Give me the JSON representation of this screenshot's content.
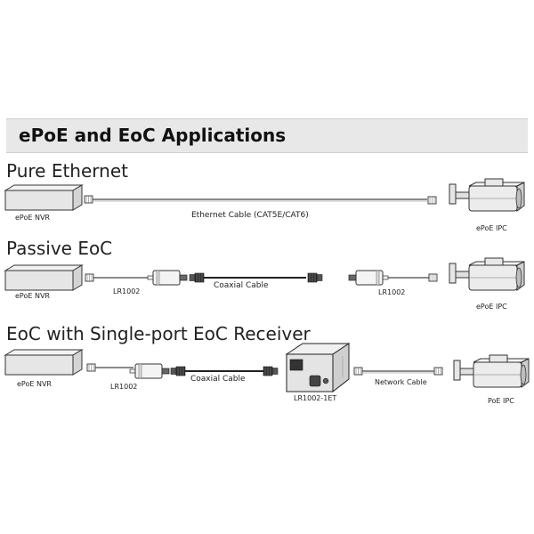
{
  "header": {
    "title": "ePoE and EoC Applications"
  },
  "rows": [
    {
      "title": "Pure Ethernet",
      "labels": {
        "nvr": "ePoE NVR",
        "cable": "Ethernet Cable (CAT5E/CAT6)",
        "camera": "ePoE IPC"
      }
    },
    {
      "title": "Passive EoC",
      "labels": {
        "nvr": "ePoE NVR",
        "adapter_left": "LR1002",
        "cable": "Coaxial Cable",
        "adapter_right": "LR1002",
        "camera": "ePoE IPC"
      }
    },
    {
      "title": "EoC with Single-port EoC Receiver",
      "labels": {
        "nvr": "ePoE NVR",
        "adapter_left": "LR1002",
        "cable": "Coaxial Cable",
        "receiver": "LR1002-1ET",
        "network_cable": "Network Cable",
        "camera": "PoE IPC"
      }
    }
  ],
  "icons": {
    "nvr": "nvr-box-icon",
    "rj45": "rj45-plug-icon",
    "bnc": "bnc-connector-icon",
    "adapter": "eoc-adapter-icon",
    "receiver": "eoc-receiver-icon",
    "camera": "bullet-camera-icon"
  }
}
